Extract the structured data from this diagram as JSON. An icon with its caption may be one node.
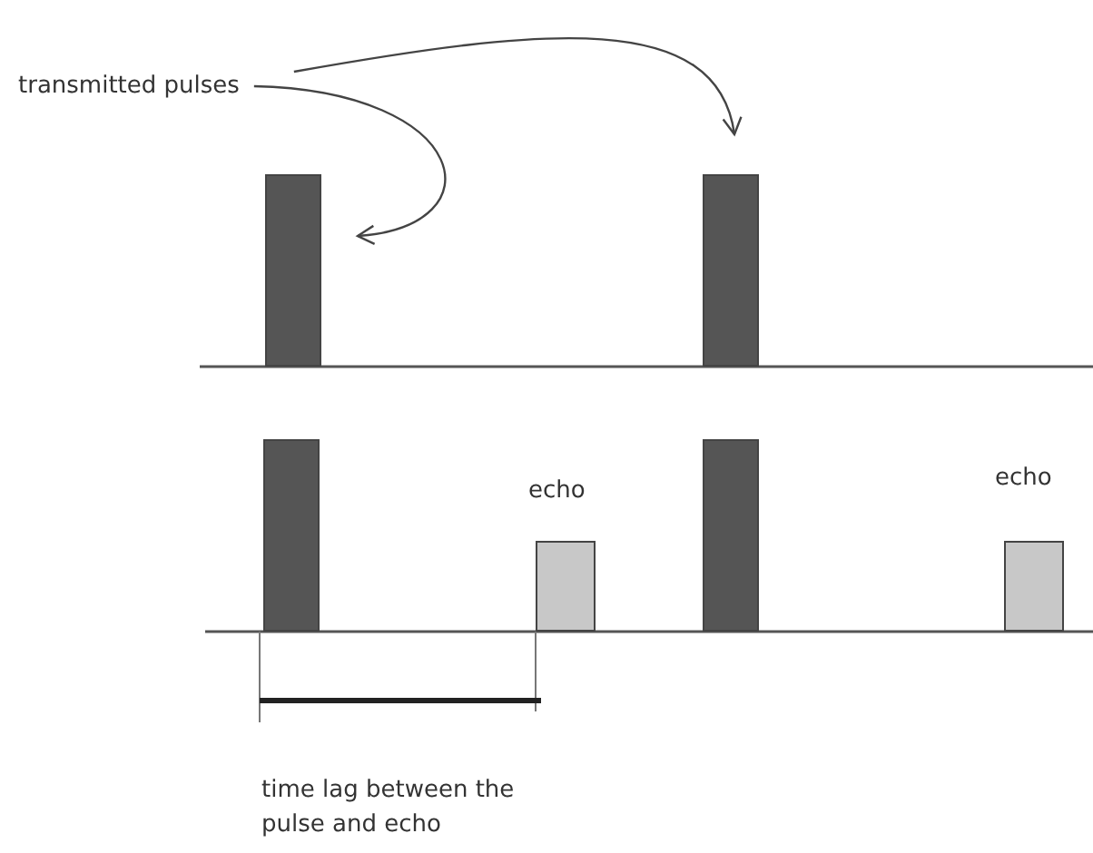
{
  "diagram": {
    "nodes": [
      {
        "text": [
          "transmitted pulses"
        ]
      },
      {
        "text": [],
        "shape": "bar"
      },
      {
        "text": [],
        "shape": "bar"
      },
      {
        "text": [],
        "shape": "bar"
      },
      {
        "text": [
          "echo"
        ]
      },
      {
        "text": [],
        "shape": "bar"
      },
      {
        "text": [
          "echo"
        ]
      }
    ],
    "edges": [
      {
        "from": 0,
        "to": 1,
        "arrow": "to"
      },
      {
        "from": 0,
        "to": 2,
        "arrow": "to"
      }
    ],
    "labels": [
      "time lag between the pulse and echo"
    ]
  }
}
